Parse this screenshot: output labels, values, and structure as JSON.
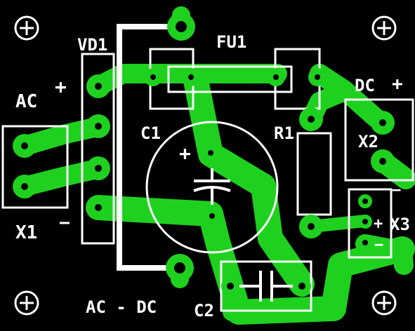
{
  "colors": {
    "background": "#000000",
    "copper": "#1fd11f",
    "silkscreen": "#ffffff"
  },
  "labels": {
    "vd1": "VD1",
    "fu1": "FU1",
    "ac": "AC",
    "ac_plus": "+",
    "ac_minus": "−",
    "x1": "X1",
    "c1": "C1",
    "c1_plus": "+",
    "r1": "R1",
    "dc": "DC",
    "dc_plus": "+",
    "x2": "X2",
    "x2_minus": "−",
    "x3": "X3",
    "x3_plus": "+",
    "x3_minus": "−",
    "title": "AC - DC",
    "c2": "C2"
  },
  "icons": [
    "mounting-hole-icon",
    "capacitor-symbol-icon",
    "electrolytic-capacitor-symbol-icon"
  ]
}
